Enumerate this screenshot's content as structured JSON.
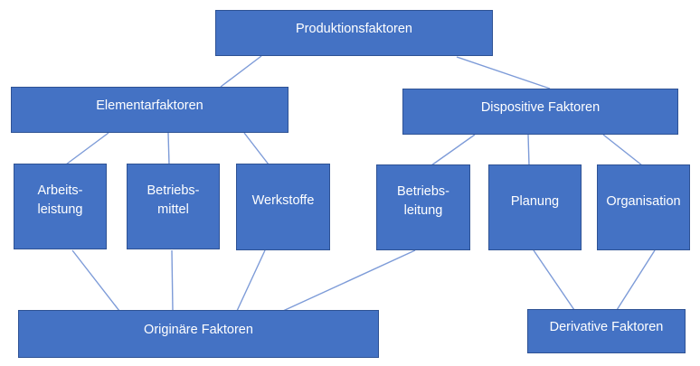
{
  "nodes": {
    "produktionsfaktoren": {
      "label": "Produktionsfaktoren"
    },
    "elementarfaktoren": {
      "label": "Elementarfaktoren"
    },
    "dispositive_faktoren": {
      "label": "Dispositive Faktoren"
    },
    "arbeitsleistung": {
      "lines": [
        "Arbeits-",
        "leistung"
      ]
    },
    "betriebsmittel": {
      "lines": [
        "Betriebs-",
        "mittel"
      ]
    },
    "werkstoffe": {
      "label": "Werkstoffe"
    },
    "betriebsleitung": {
      "lines": [
        "Betriebs-",
        "leitung"
      ]
    },
    "planung": {
      "label": "Planung"
    },
    "organisation": {
      "label": "Organisation"
    },
    "originaere_faktoren": {
      "label": "Originäre Faktoren"
    },
    "derivative_faktoren": {
      "label": "Derivative Faktoren"
    }
  },
  "edges": [
    {
      "from": "produktionsfaktoren",
      "to": "elementarfaktoren"
    },
    {
      "from": "produktionsfaktoren",
      "to": "dispositive_faktoren"
    },
    {
      "from": "elementarfaktoren",
      "to": "arbeitsleistung"
    },
    {
      "from": "elementarfaktoren",
      "to": "betriebsmittel"
    },
    {
      "from": "elementarfaktoren",
      "to": "werkstoffe"
    },
    {
      "from": "dispositive_faktoren",
      "to": "betriebsleitung"
    },
    {
      "from": "dispositive_faktoren",
      "to": "planung"
    },
    {
      "from": "dispositive_faktoren",
      "to": "organisation"
    },
    {
      "from": "arbeitsleistung",
      "to": "originaere_faktoren"
    },
    {
      "from": "betriebsmittel",
      "to": "originaere_faktoren"
    },
    {
      "from": "werkstoffe",
      "to": "originaere_faktoren"
    },
    {
      "from": "betriebsleitung",
      "to": "originaere_faktoren"
    },
    {
      "from": "planung",
      "to": "derivative_faktoren"
    },
    {
      "from": "organisation",
      "to": "derivative_faktoren"
    }
  ],
  "colors": {
    "box_fill": "#4472C4",
    "box_border": "#2E5294",
    "connector": "#7D9BD8",
    "text": "#FFFFFF",
    "background": "#FFFFFF"
  }
}
